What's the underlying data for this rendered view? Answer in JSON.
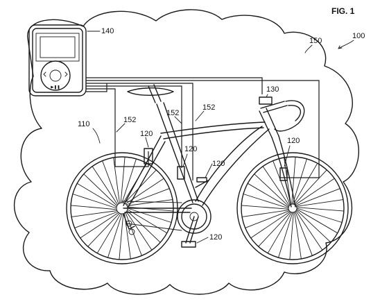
{
  "figure": {
    "title": "FIG. 1"
  },
  "labels": {
    "system": "100",
    "bicycle": "110",
    "sensor": "120",
    "handlebar_unit": "130",
    "media_device": "140",
    "network": "150",
    "wire": "152"
  },
  "device": {
    "play_pause_glyph": "▶❚❚"
  }
}
